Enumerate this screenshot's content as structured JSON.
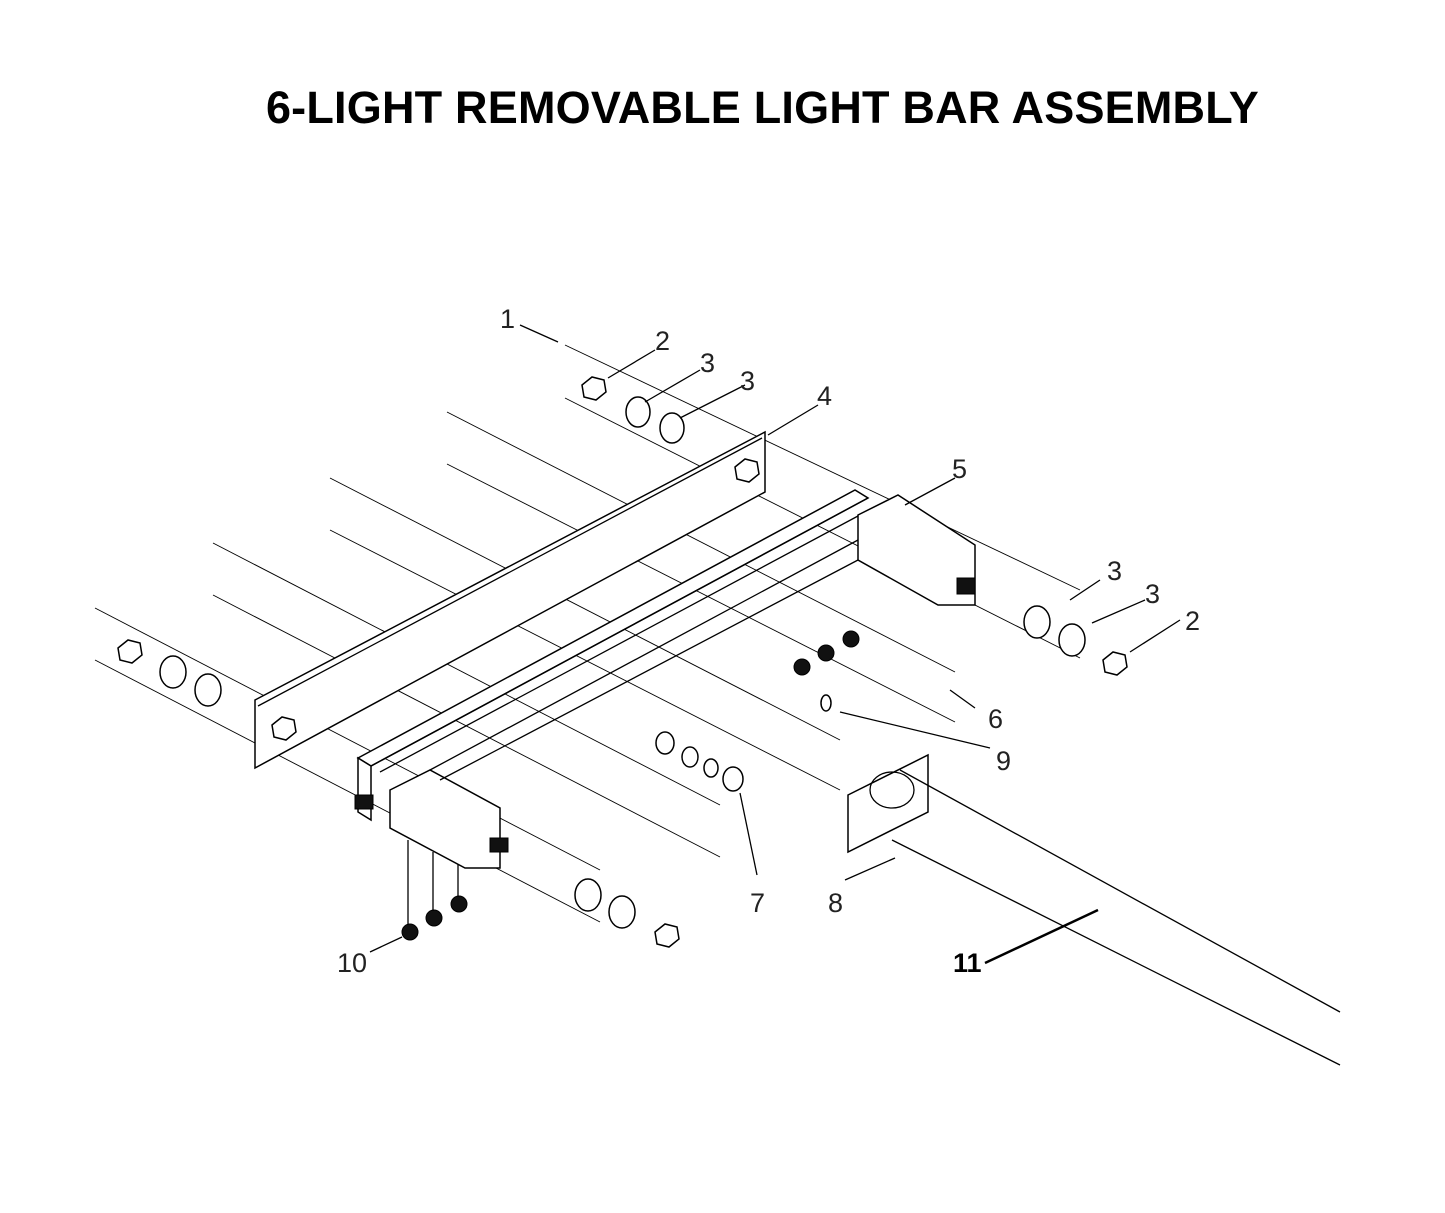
{
  "title": "6-LIGHT REMOVABLE LIGHT BAR ASSEMBLY",
  "callouts": [
    "1",
    "2",
    "3",
    "3",
    "4",
    "5",
    "3",
    "3",
    "2",
    "6",
    "9",
    "7",
    "8",
    "10",
    "11"
  ]
}
